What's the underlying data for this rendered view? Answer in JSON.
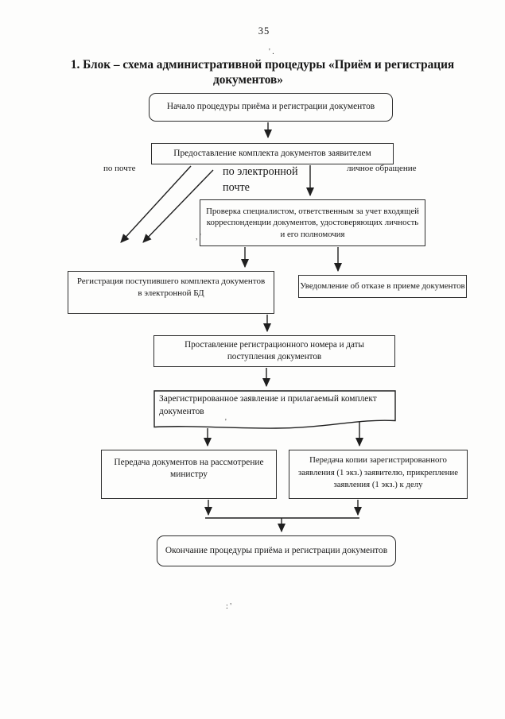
{
  "page_number": "35",
  "title": {
    "line1": "1. Блок – схема административной процедуры «Приём и регистрация",
    "line2": "документов»"
  },
  "edge_labels": {
    "by_mail": "по почте",
    "by_email": "по электронной почте",
    "personal": "личное обращение"
  },
  "nodes": {
    "start": "Начало процедуры приёма и регистрации документов",
    "provide": "Предоставление комплекта документов заявителем",
    "check": "Проверка специалистом, ответственным за учет входящей корреспонденции документов, удостоверяющих личность и его полномочия",
    "register": "Регистрация поступившего комплекта документов в электронной БД",
    "refuse": "Уведомление об отказе в приеме документов",
    "stamp": "Проставление регистрационного номера и даты поступления документов",
    "registered_doc": "Зарегистрированное заявление и прилагаемый комплект документов",
    "to_minister": "Передача документов на рассмотрение министру",
    "copy_to_applicant": "Передача копии зарегистрированного заявления (1 экз.) заявителю, прикрепление заявления (1 экз.) к делу",
    "end": "Окончание процедуры приёма и регистрации документов"
  },
  "edges": [
    {
      "from": "start",
      "to": "provide"
    },
    {
      "from": "provide",
      "to": "register",
      "label": "по почте"
    },
    {
      "from": "provide",
      "to": "register",
      "label": "по электронной почте"
    },
    {
      "from": "provide",
      "to": "check",
      "label": "личное обращение"
    },
    {
      "from": "check",
      "to": "register"
    },
    {
      "from": "check",
      "to": "refuse"
    },
    {
      "from": "register",
      "to": "stamp"
    },
    {
      "from": "stamp",
      "to": "registered_doc"
    },
    {
      "from": "registered_doc",
      "to": "to_minister"
    },
    {
      "from": "registered_doc",
      "to": "copy_to_applicant"
    },
    {
      "from": "to_minister",
      "to": "end"
    },
    {
      "from": "copy_to_applicant",
      "to": "end"
    }
  ],
  "colors": {
    "ink": "#1f1f1f",
    "paper": "#fdfdfc"
  },
  "artifacts": {
    "a1": "' .",
    "a2": ", '",
    "a3": "'",
    "a4": ": '"
  }
}
